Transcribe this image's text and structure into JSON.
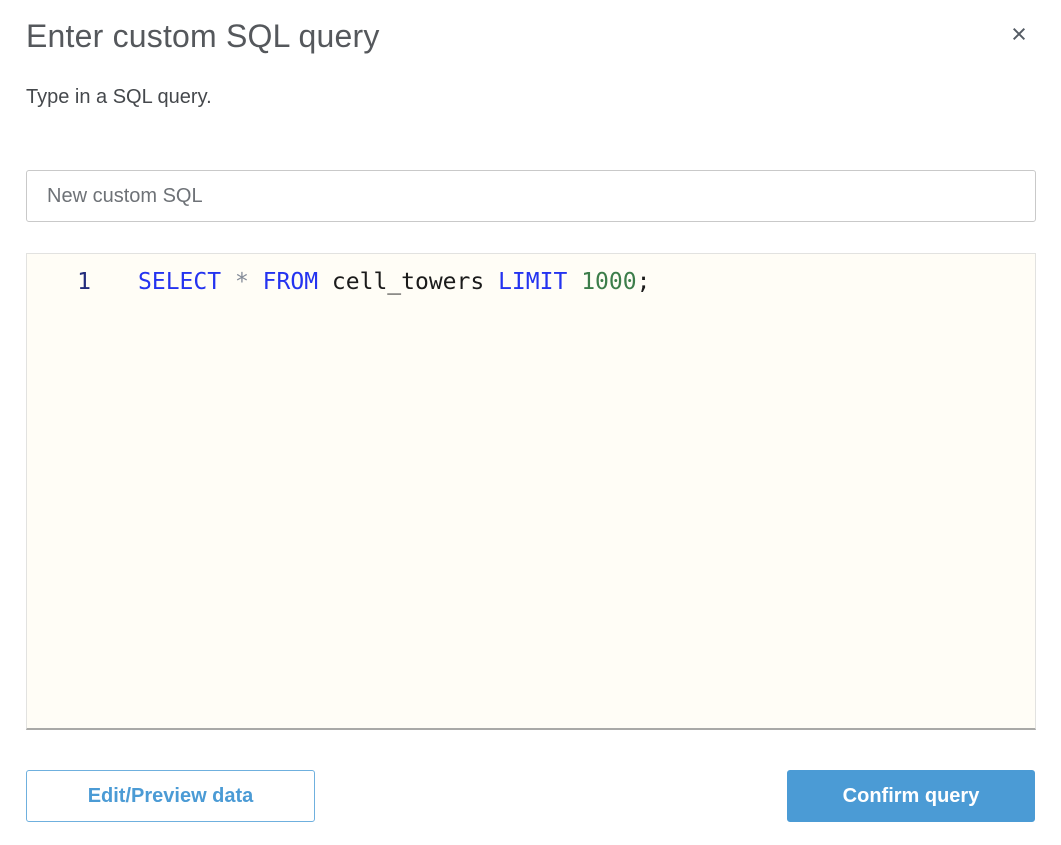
{
  "dialog": {
    "title": "Enter custom SQL query",
    "subtitle": "Type in a SQL query.",
    "close_icon": "×"
  },
  "name_input": {
    "value": "New custom SQL"
  },
  "editor": {
    "line_number": "1",
    "code_text": "SELECT * FROM cell_towers LIMIT 1000;",
    "tokens": [
      {
        "t": "SELECT",
        "c": "keyword"
      },
      {
        "t": " ",
        "c": "plain"
      },
      {
        "t": "*",
        "c": "operator"
      },
      {
        "t": " ",
        "c": "plain"
      },
      {
        "t": "FROM",
        "c": "keyword"
      },
      {
        "t": " cell_towers ",
        "c": "plain"
      },
      {
        "t": "LIMIT",
        "c": "keyword"
      },
      {
        "t": " ",
        "c": "plain"
      },
      {
        "t": "1000",
        "c": "number"
      },
      {
        "t": ";",
        "c": "plain"
      }
    ]
  },
  "footer": {
    "edit_preview_label": "Edit/Preview data",
    "confirm_label": "Confirm query"
  },
  "colors": {
    "accent_blue": "#4b9bd5",
    "keyword": "#2433f0",
    "number_green": "#3c7d4a",
    "operator_gray": "#848b98",
    "line_number_navy": "#232c7c",
    "editor_background": "#fffdf6"
  }
}
